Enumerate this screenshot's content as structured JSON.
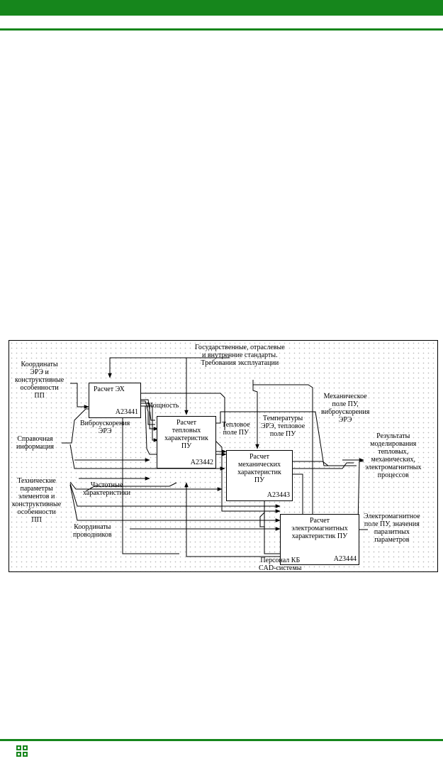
{
  "diagram": {
    "boxes": [
      {
        "title": "Расчет ЭХ",
        "code": "A23441"
      },
      {
        "title": "Расчет\nтепловых\nхарактеристик\nПУ",
        "code": "A23442"
      },
      {
        "title": "Расчет\nмеханических\nхарактеристик\nПУ",
        "code": "A23443"
      },
      {
        "title": "Расчет\nэлектромагнитных\nхарактеристик ПУ",
        "code": "A23444"
      }
    ],
    "labels": {
      "standards": "Государственные, отраслевые\nи внутренние стандарты.\nТребования эксплуатации",
      "coords_ere": "Координаты\nЭРЭ и\nконструктивные\nособенности\nПП",
      "reference": "Справочная\nинформация",
      "tech_params": "Технические\nпараметры\nэлементов и\nконструктивные\nособенности\nПП",
      "power": "Мощность",
      "vibro_ere": "Виброускорения\nЭРЭ",
      "freq": "Частотные\nхарактеристики",
      "heat_field": "Тепловое\nполе ПУ",
      "temps": "Температуры\nЭРЭ, тепловое\nполе ПУ",
      "mech_field": "Механическое\nполе ПУ,\nвиброускорения\nЭРЭ",
      "results": "Результаты\nмоделирования\nтепловых,\nмеханических,\nэлектромагнитных\nпроцессов",
      "em_field": "Электромагнитное\nполе ПУ, значения\nпаразитных\nпараметров",
      "conductors": "Координаты\nпроводников",
      "personnel": "Персонал КБ\nCAD-системы"
    }
  }
}
